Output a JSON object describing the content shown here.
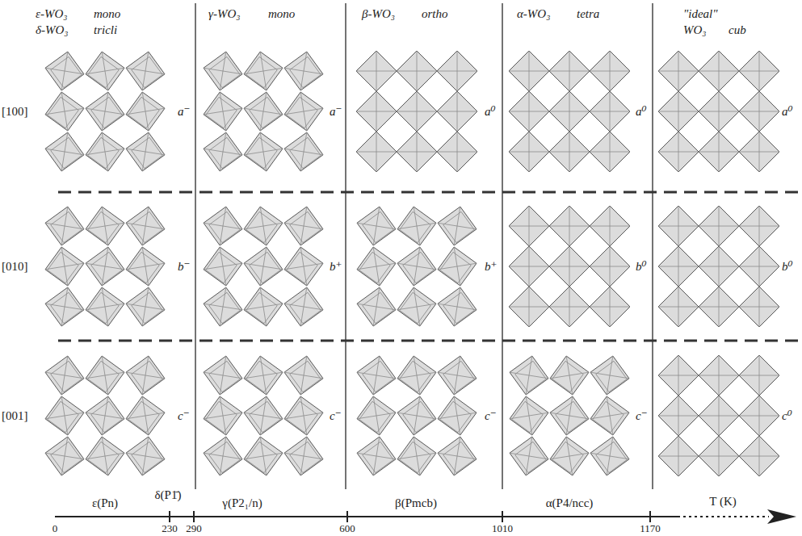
{
  "diagram": {
    "labels": [
      "ε-WO₃",
      "mono",
      "δ-WO₃",
      "tricli",
      "γ-WO₃",
      "mono",
      "β-WO₃",
      "ortho",
      "α-WO₃",
      "tetra",
      "\"ideal\"",
      "WO₃",
      "cub",
      "[100]",
      "a⁻",
      "a⁻",
      "a⁰",
      "a⁰",
      "a⁰",
      "[010]",
      "b⁻",
      "b⁺",
      "b⁺",
      "b⁰",
      "b⁰",
      "[001]",
      "c⁻",
      "c⁻",
      "c⁻",
      "c⁻",
      "c⁰",
      "ε(Pn)",
      "δ(P1̄)",
      "γ(P2₁/n)",
      "β(Pmcb)",
      "α(P4/ncc)",
      "T (K)",
      "0",
      "230",
      "290",
      "600",
      "1010",
      "1170"
    ]
  }
}
